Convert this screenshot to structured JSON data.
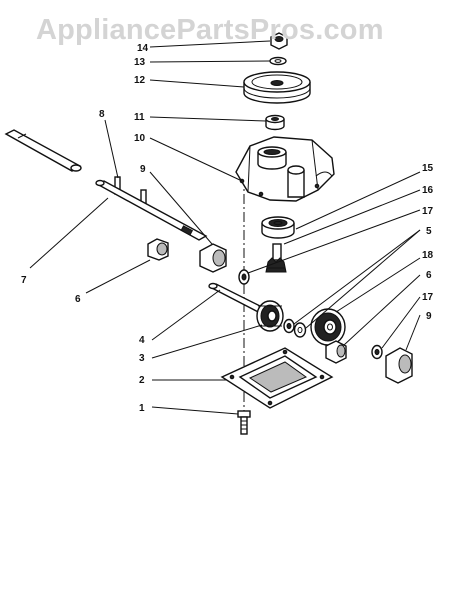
{
  "watermark": "AppliancePartsPros.com",
  "corner_text": "",
  "callouts": {
    "c1": "1",
    "c2": "2",
    "c3": "3",
    "c4": "4",
    "c5": "5",
    "c6a": "6",
    "c6b": "6",
    "c7": "7",
    "c8": "8",
    "c9a": "9",
    "c9b": "9",
    "c10": "10",
    "c11": "11",
    "c12": "12",
    "c13": "13",
    "c14": "14",
    "c15": "15",
    "c16": "16",
    "c17a": "17",
    "c17b": "17",
    "c18": "18"
  }
}
